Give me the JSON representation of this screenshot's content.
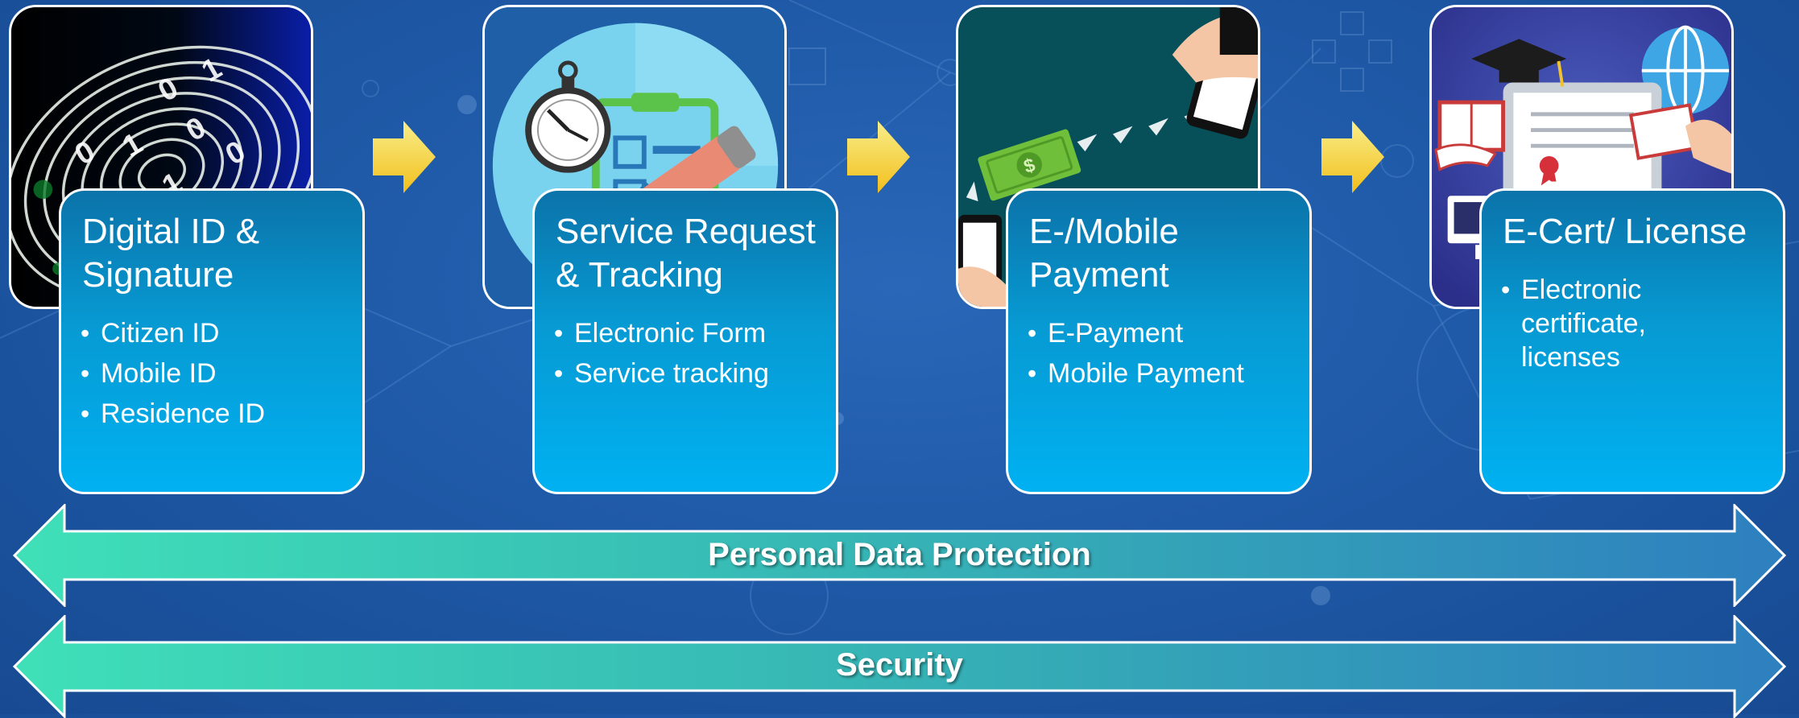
{
  "steps": [
    {
      "title": "Digital ID & Signature",
      "image_icon": "fingerprint-icon",
      "items": [
        "Citizen ID",
        "Mobile ID",
        "Residence ID"
      ]
    },
    {
      "title": "Service Request & Tracking",
      "image_icon": "stopwatch-checklist-icon",
      "items": [
        "Electronic Form",
        "Service tracking"
      ]
    },
    {
      "title": "E-/Mobile Payment",
      "image_icon": "mobile-payment-icon",
      "items": [
        "E-Payment",
        "Mobile Payment"
      ]
    },
    {
      "title": "E-Cert/ License",
      "image_icon": "certificate-icon",
      "items": [
        "Electronic certificate, licenses"
      ]
    }
  ],
  "banners": [
    {
      "label": "Personal Data Protection"
    },
    {
      "label": "Security"
    }
  ],
  "colors": {
    "background": "#1f5aa8",
    "card_top": "#0b73a9",
    "card_bottom": "#00b1f1",
    "arrow": "#f7d23a",
    "banner_left": "#3fe0b8",
    "banner_right": "#2e7fbf"
  }
}
